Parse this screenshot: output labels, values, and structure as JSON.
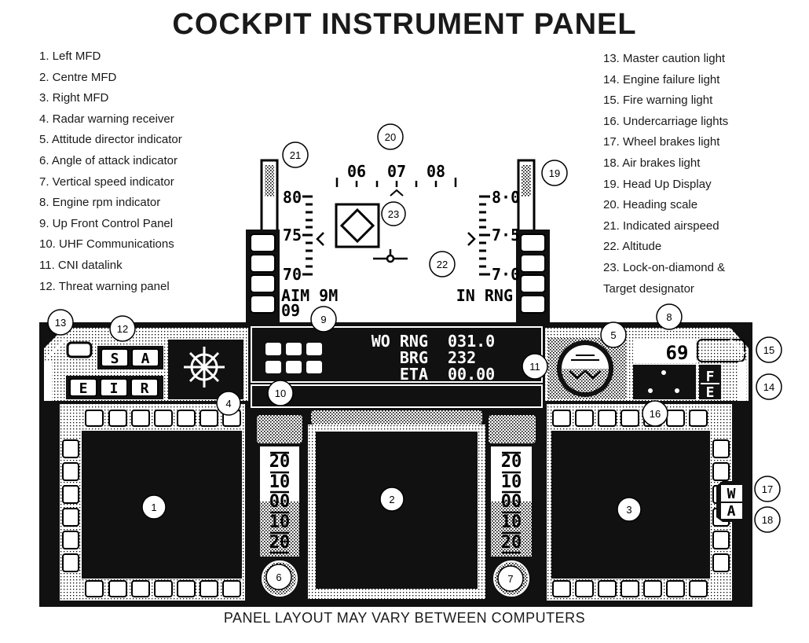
{
  "title": "COCKPIT INSTRUMENT PANEL",
  "legend_left": [
    "1. Left MFD",
    "2. Centre MFD",
    "3. Right MFD",
    "4. Radar warning receiver",
    "5. Attitude director indicator",
    "6. Angle of attack indicator",
    "7. Vertical speed indicator",
    "8. Engine rpm indicator",
    "9. Up Front Control Panel",
    "10. UHF Communications",
    "11. CNI datalink",
    "12. Threat warning panel"
  ],
  "legend_right": [
    "13. Master caution light",
    "14. Engine failure light",
    "15. Fire warning light",
    "16. Undercarriage lights",
    "17. Wheel brakes light",
    "18. Air brakes light",
    "19. Head Up Display",
    "20. Heading scale",
    "21. Indicated airspeed",
    "22. Altitude",
    "23. Lock-on-diamond &",
    "Target designator"
  ],
  "footer": "PANEL LAYOUT MAY VARY BETWEEN COMPUTERS",
  "hud": {
    "heading_ticks": [
      "06",
      "07",
      "08"
    ],
    "airspeed_ticks": [
      "80",
      "75",
      "70"
    ],
    "altitude_ticks": [
      "8·0",
      "7·5",
      "7·0"
    ],
    "weapon": "AIM 9M",
    "weapon_count": "09",
    "range_status": "IN RNG"
  },
  "ufcp": {
    "lines": [
      {
        "label": "WO RNG",
        "value": "031.0"
      },
      {
        "label": "BRG",
        "value": "232"
      },
      {
        "label": "ETA",
        "value": "00.00"
      }
    ]
  },
  "threat_panel": {
    "buttons": [
      "S",
      "A",
      "E",
      "I",
      "R"
    ]
  },
  "rpm_value": "69",
  "engine_lights": [
    "F",
    "E"
  ],
  "brake_lights": [
    "W",
    "A"
  ],
  "aoa_scale": [
    "20",
    "10",
    "00",
    "10",
    "20"
  ],
  "vsi_scale": [
    "20",
    "10",
    "00",
    "10",
    "20"
  ],
  "callouts": [
    "1",
    "2",
    "3",
    "4",
    "5",
    "6",
    "7",
    "8",
    "9",
    "10",
    "11",
    "12",
    "13",
    "14",
    "15",
    "16",
    "17",
    "18",
    "19",
    "20",
    "21",
    "22",
    "23"
  ]
}
